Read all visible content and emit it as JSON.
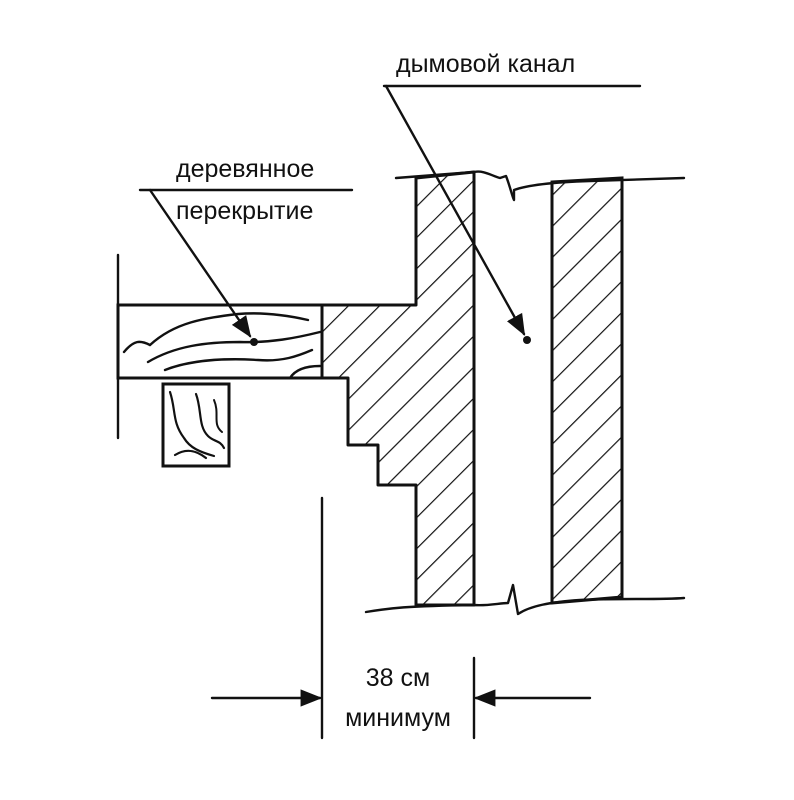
{
  "labels": {
    "chimney": "дымовой канал",
    "floor_line1": "деревянное",
    "floor_line2": "перекрытие",
    "dimension_value": "38 см",
    "dimension_note": "минимум"
  },
  "colors": {
    "ink": "#111111",
    "background": "#ffffff"
  }
}
